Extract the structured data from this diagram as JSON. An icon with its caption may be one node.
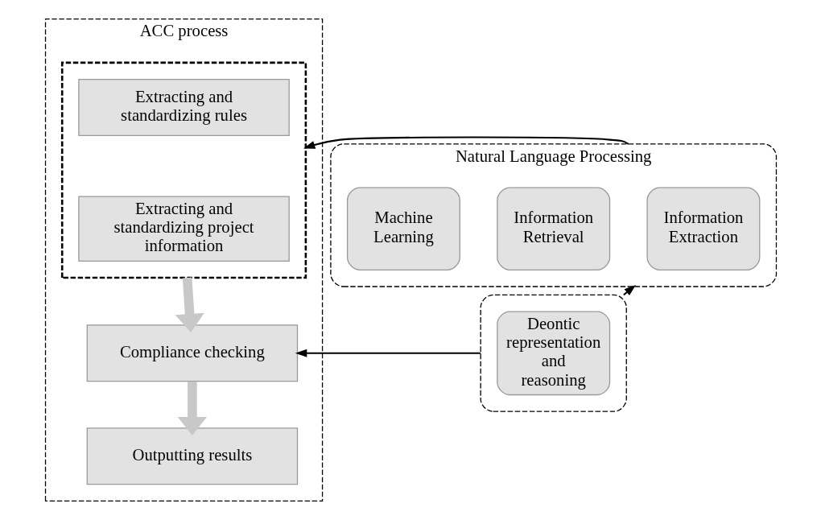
{
  "diagram": {
    "nodes": [
      {
        "text": [
          "ACC process"
        ]
      },
      {
        "text": [],
        "shape": "box",
        "in": 0
      },
      {
        "text": [
          "Extracting and standardizing rules"
        ],
        "in": 1
      },
      {
        "text": [
          "Extracting and standardizing project information"
        ],
        "in": 1
      },
      {
        "text": [
          "Compliance checking"
        ],
        "in": 0
      },
      {
        "text": [
          "Outputting results"
        ],
        "in": 0
      },
      {
        "text": [
          "Natural Language Processing"
        ]
      },
      {
        "text": [
          "Machine Learning"
        ],
        "in": 6
      },
      {
        "text": [
          "Information Retrieval"
        ],
        "in": 6
      },
      {
        "text": [
          "Information Extraction"
        ],
        "in": 6
      },
      {
        "text": [],
        "shape": "box"
      },
      {
        "text": [
          "Deontic representation and reasoning"
        ],
        "in": 10
      }
    ],
    "edges": [
      {
        "from": 1,
        "to": 4,
        "arrow": "to",
        "style": "thick",
        "color": "#c8c8c8"
      },
      {
        "from": 4,
        "to": 5,
        "arrow": "to",
        "style": "thick",
        "color": "#c8c8c8"
      },
      {
        "from": 6,
        "to": 1,
        "arrow": "to"
      },
      {
        "from": 10,
        "to": 6,
        "arrow": "to"
      },
      {
        "from": 10,
        "to": 4,
        "arrow": "to"
      }
    ]
  }
}
